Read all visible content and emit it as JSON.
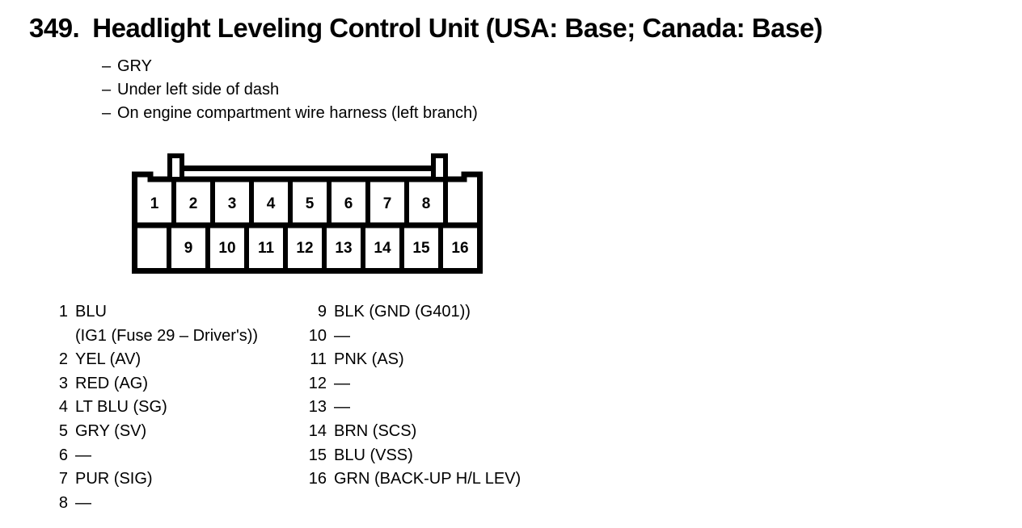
{
  "title": {
    "number": "349.",
    "text": "Headlight Leveling Control Unit (USA: Base; Canada: Base)"
  },
  "notes": [
    {
      "dash": "–",
      "text": "GRY"
    },
    {
      "dash": "–",
      "text": "Under left side of dash"
    },
    {
      "dash": "–",
      "text": "On engine compartment wire harness (left branch)"
    }
  ],
  "connector": {
    "top_row": [
      "1",
      "2",
      "3",
      "4",
      "5",
      "6",
      "7",
      "8"
    ],
    "bottom_row": [
      "9",
      "10",
      "11",
      "12",
      "13",
      "14",
      "15",
      "16"
    ],
    "line_color": "#000000",
    "fill_color": "#ffffff"
  },
  "pins_left": [
    {
      "no": "1",
      "desc": "BLU",
      "cont": "(IG1 (Fuse 29 – Driver's))"
    },
    {
      "no": "2",
      "desc": "YEL (AV)"
    },
    {
      "no": "3",
      "desc": "RED (AG)"
    },
    {
      "no": "4",
      "desc": "LT BLU (SG)"
    },
    {
      "no": "5",
      "desc": "GRY (SV)"
    },
    {
      "no": "6",
      "desc": "—"
    },
    {
      "no": "7",
      "desc": "PUR (SIG)"
    },
    {
      "no": "8",
      "desc": "—"
    }
  ],
  "pins_right": [
    {
      "no": "9",
      "desc": "BLK (GND (G401))"
    },
    {
      "no": "10",
      "desc": "—"
    },
    {
      "no": "11",
      "desc": "PNK (AS)"
    },
    {
      "no": "12",
      "desc": "—"
    },
    {
      "no": "13",
      "desc": "—"
    },
    {
      "no": "14",
      "desc": "BRN (SCS)"
    },
    {
      "no": "15",
      "desc": "BLU (VSS)"
    },
    {
      "no": "16",
      "desc": "GRN (BACK-UP H/L LEV)"
    }
  ]
}
